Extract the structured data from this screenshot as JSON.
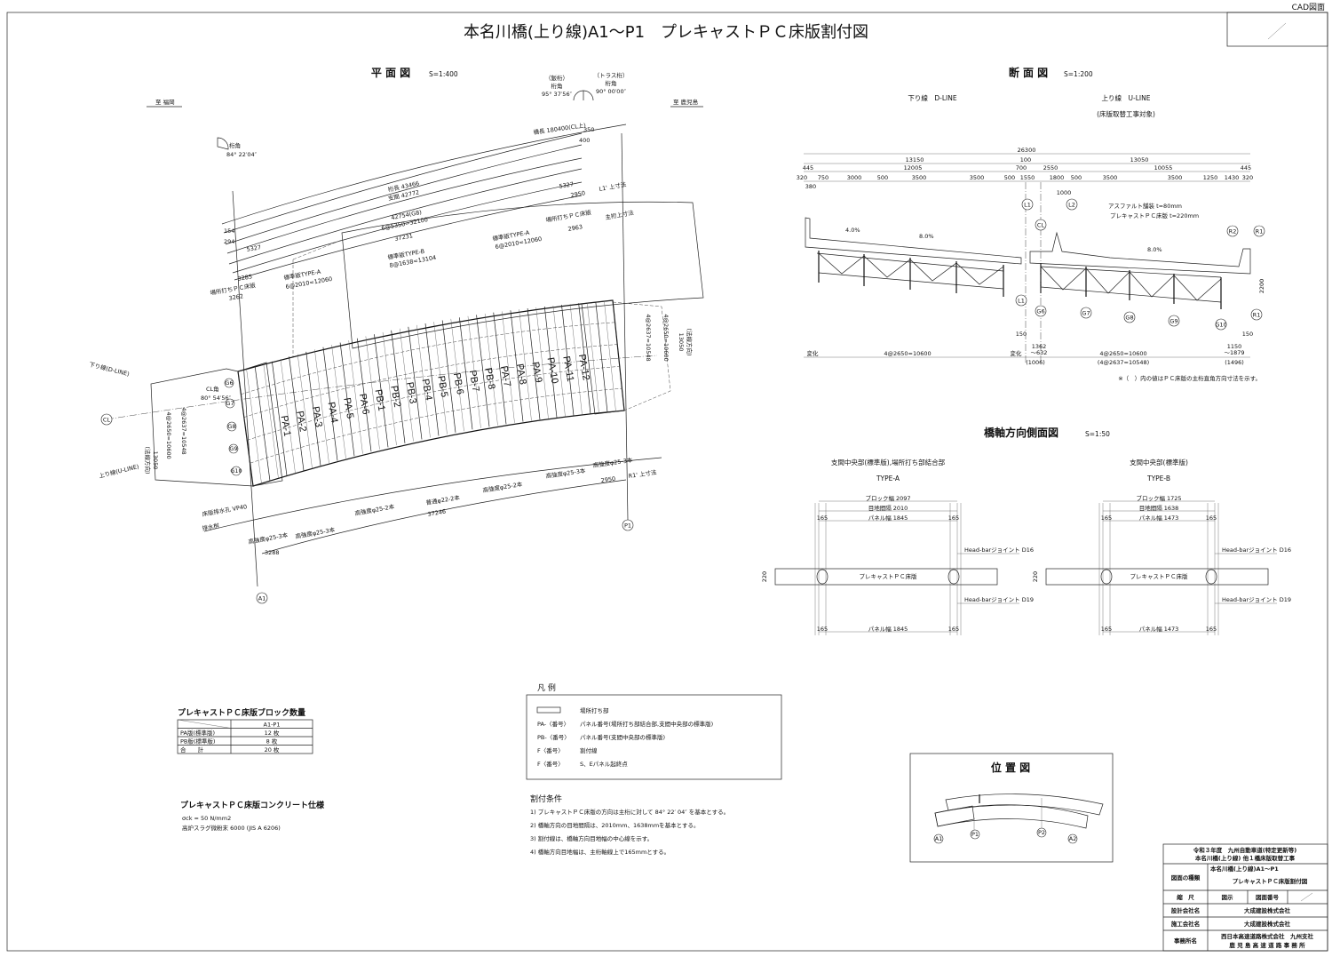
{
  "header": {
    "cad_label": "CAD図面",
    "title": "本名川橋(上り線)A1～P1　プレキャストＰＣ床版割付図"
  },
  "plan": {
    "title": "平 面 図",
    "scale": "S=1:400",
    "to_fukuoka": "至 福岡",
    "to_kagoshima": "至 鹿児島",
    "plate_girder": "（鈑桁）",
    "plate_angle_label": "桁角",
    "plate_angle": "95° 37′56″",
    "truss_girder": "（トラス桁）",
    "truss_angle_label": "桁角",
    "truss_angle": "90° 00′00″",
    "girder_angle_label": "桁角",
    "girder_angle": "84° 22′04″",
    "bridge_length": "橋長 180400(CL上)",
    "d350": "350",
    "d400": "400",
    "girder_length": "桁長 43466",
    "span": "支間 42772",
    "g8": "42754(G8)",
    "g8_div": "6@5350=32100",
    "d37231": "37231",
    "r5327": "5327",
    "r2950": "2950",
    "l1_top": "L1' 上寸法",
    "d154": "154",
    "d294": "294",
    "l5327": "5327",
    "l3285": "3285",
    "cip_right": "場所打ちＰＣ床版",
    "d2963": "2963",
    "main_top": "主桁上寸法",
    "typeA_right": "標準版TYPE-A",
    "typeA_right_div": "6@2010=12060",
    "typeB": "標準版TYPE-B",
    "typeB_div": "8@1638=13104",
    "typeA_left": "標準版TYPE-A",
    "typeA_left_div": "6@2010=12060",
    "cip_left": "場所打ちＰＣ床版",
    "d3262": "3262",
    "d_line": "下り線(D-LINE)",
    "u_line": "上り線(U-LINE)",
    "cl": "CL",
    "cl_angle_label": "CL角",
    "cl_angle": "80° 54′56″",
    "left_4at2650": "4@2650=10600",
    "left_4at2637": "4@2637=10548",
    "left_13050": "13050",
    "left_normal": "(法線方向)",
    "right_4at2637": "4@2637=10548",
    "right_4at2650": "4@2650=10600",
    "right_13050": "13050",
    "right_normal": "(法線方向)",
    "girders": [
      "G6",
      "G7",
      "G8",
      "G9",
      "G10"
    ],
    "bar1": "高強度φ25-3本",
    "bar2": "高強度φ25-3本",
    "b2950": "2950",
    "r1_top": "R1' 上寸法",
    "bar3": "高強度φ25-2本",
    "bar4": "普通φ22-2本",
    "bar5": "高強度φ25-2本",
    "d37246": "37246",
    "drain_hole": "床版排水孔 VP40",
    "drain_box": "排水桝",
    "bar6": "高強度φ25-3本",
    "bar7": "高強度φ25-3本",
    "d3288": "3288",
    "a1": "A1",
    "p1": "P1",
    "panels": [
      "PA-1",
      "PA-2",
      "PA-3",
      "PA-4",
      "PA-5",
      "PA-6",
      "PB-1",
      "PB-2",
      "PB-3",
      "PB-4",
      "PB-5",
      "PB-6",
      "PB-7",
      "PB-8",
      "PA-7",
      "PA-8",
      "PA-9",
      "PA-10",
      "PA-11",
      "PA-12"
    ]
  },
  "section": {
    "title": "断 面 図",
    "scale": "S=1:200",
    "d_line": "下り線　D-LINE",
    "u_line": "上り線　U-LINE",
    "u_note": "(床版取替工事対象)",
    "row1": [
      "26300"
    ],
    "row2": [
      "13150",
      "100",
      "13050"
    ],
    "row3": [
      "445",
      "12005",
      "700",
      "2550",
      "10055",
      "445"
    ],
    "row4": [
      "320",
      "750",
      "3000",
      "500",
      "3500",
      "3500",
      "500",
      "1550",
      "1800",
      "500",
      "3500",
      "3500",
      "1250",
      "1430",
      "320"
    ],
    "d380": "380",
    "d1000": "1000",
    "asphalt": "アスファルト舗装 t=80mm",
    "slab": "プレキャストＰＣ床版 t=220mm",
    "slope1": "4.0%",
    "slope2": "8.0%",
    "slope3": "8.0%",
    "l1": "L1",
    "clc": "CL",
    "l2": "L2",
    "r2": "R2",
    "r1": "R1",
    "l1b": "L1",
    "r1b": "R1",
    "girders": [
      "G6",
      "G7",
      "G8",
      "G9",
      "G10"
    ],
    "d2200": "2200",
    "d150a": "150",
    "d150b": "150",
    "var1": "変化",
    "bot_d": "4@2650=10600",
    "var2": "変化",
    "left_range1": "1362",
    "left_range2": "～632",
    "left_paren": "(1006)",
    "bot_u": "4@2650=10600",
    "bot_u_paren": "(4@2637=10548)",
    "right_range1": "1150",
    "right_range2": "～1879",
    "right_paren": "(1496)",
    "note": "※（　）内の値はＰＣ床版の主桁直角方向寸法を示す。"
  },
  "side": {
    "title": "橋軸方向側面図",
    "scale": "S=1:50",
    "type_a": {
      "caption": "支間中央部(標準版),場所打ち部結合部",
      "name": "TYPE-A",
      "block": "ブロック幅 2097",
      "joint": "目地間隔 2010",
      "panel": "パネル幅 1845",
      "edge": "165",
      "d16": "Head-barジョイント D16",
      "d19": "Head-barジョイント D19",
      "slab": "プレキャストＰＣ床版",
      "thick": "220"
    },
    "type_b": {
      "caption": "支間中央部(標準版)",
      "name": "TYPE-B",
      "block": "ブロック幅 1725",
      "joint": "目地間隔 1638",
      "panel": "パネル幅 1473",
      "edge": "165",
      "d16": "Head-barジョイント D16",
      "d19": "Head-barジョイント D19",
      "slab": "プレキャストＰＣ床版",
      "thick": "220"
    }
  },
  "legend": {
    "title": "凡 例",
    "items": [
      {
        "key": "",
        "desc": "場所打ち部"
      },
      {
        "key": "PA-〈番号〉",
        "desc": "パネル番号(場所打ち部結合部,支間中央部の標準版)"
      },
      {
        "key": "PB-〈番号〉",
        "desc": "パネル番号(支間中央部の標準版)"
      },
      {
        "key": "F〈番号〉",
        "desc": "割付線"
      },
      {
        "key": "F〈番号〉",
        "desc": "S、Eパネル起終点"
      }
    ]
  },
  "conditions": {
    "title": "割付条件",
    "items": [
      "1)  プレキャストＰＣ床版の方向は主桁に対して 84° 22′ 04″ を基本とする。",
      "2)  橋軸方向の目地間隔は、2010mm、1638mmを基本とする。",
      "3)  割付線は、橋軸方向目地幅の中心線を示す。",
      "4)  橋軸方向目地幅は、主桁軸線上で165mmとする。"
    ]
  },
  "quantity": {
    "title": "プレキャストＰＣ床版ブロック数量",
    "column": "A1-P1",
    "rows": [
      {
        "label": "PA版(標準版)",
        "value": "12 枚"
      },
      {
        "label": "PB版(標準版)",
        "value": "8 枚"
      },
      {
        "label": "合　　計",
        "value": "20 枚"
      }
    ]
  },
  "concrete": {
    "title": "プレキャストＰＣ床版コンクリート仕様",
    "strength": "σck = 50 N/mm2",
    "material": "高炉スラグ微粉末 6000 (JIS A 6206)"
  },
  "location": {
    "title": "位 置 図",
    "points": [
      "A1",
      "P1",
      "P2",
      "A2"
    ]
  },
  "title_block": {
    "project1": "令和３年度　九州自動車道(特定更新等)",
    "project2": "本名川橋(上り線) 他１橋床版取替工事",
    "type_label": "図面の種類",
    "type1": "本名川橋(上り線)A1～P1",
    "type2": "プレキャストＰＣ床版割付図",
    "scale_label": "縮　尺",
    "scale_value": "図示",
    "number_label": "図面番号",
    "design_label": "設計会社名",
    "design_value": "大成建設株式会社",
    "build_label": "施工会社名",
    "build_value": "大成建設株式会社",
    "office_label": "事務所名",
    "office1": "西日本高速道路株式会社　九州支社",
    "office2": "鹿 児 島 高 速 道 路 事 務 所"
  }
}
